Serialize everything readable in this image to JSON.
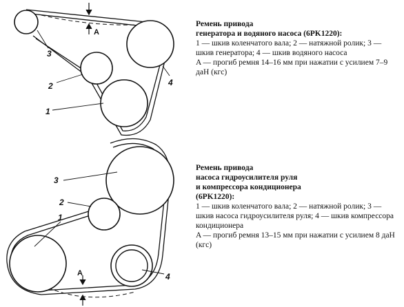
{
  "diagram_top": {
    "callouts": [
      "1",
      "2",
      "3",
      "4"
    ],
    "deflection_marker": "A",
    "caption_title": "Ремень привода\nгенератора и водяного насоса (6PK1220):",
    "caption_body": "1 — шкив коленчатого вала; 2 — натяжной ролик; 3 — шкив генератора; 4 — шкив водяного насоса\nA — прогиб ремня 14–16 мм при нажатии с усилием 7–9 даН (кгс)"
  },
  "diagram_bottom": {
    "callouts": [
      "1",
      "2",
      "3",
      "4"
    ],
    "deflection_marker": "A",
    "caption_title": "Ремень привода\nнасоса гидроусилителя руля\nи компрессора кондиционера\n(6PK1220):",
    "caption_body": "1 — шкив коленчатого вала; 2 — натяжной ролик; 3 — шкив насоса гидроусилителя руля; 4 — шкив компрессора кондиционера\nA — прогиб ремня 13–15 мм при нажатии с усилием 8 даН (кгс)"
  }
}
